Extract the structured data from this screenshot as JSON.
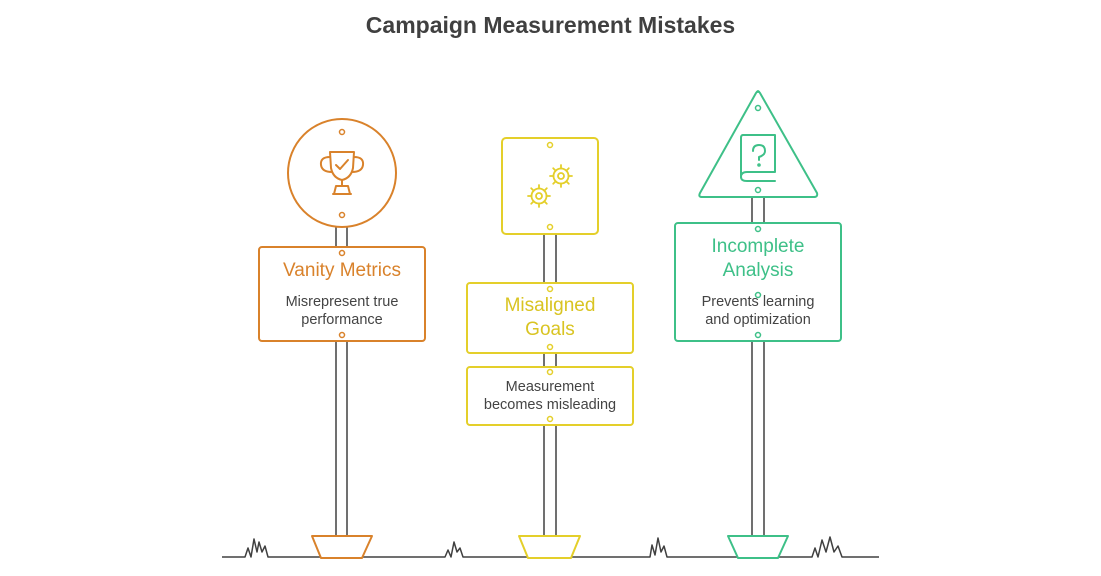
{
  "title": "Campaign Measurement Mistakes",
  "colors": {
    "orange": "#d9822b",
    "yellow": "#e4cf2a",
    "green": "#3ec088",
    "pole": "#404040",
    "ground": "#404040",
    "text": "#404040"
  },
  "signs": [
    {
      "id": "vanity-metrics",
      "title": "Vanity Metrics",
      "description_lines": [
        "Misrepresent true",
        "performance"
      ],
      "icon": "trophy-icon",
      "sign_shape": "circle",
      "color": "#d9822b"
    },
    {
      "id": "misaligned-goals",
      "title_lines": [
        "Misaligned",
        "Goals"
      ],
      "description_lines": [
        "Measurement",
        "becomes misleading"
      ],
      "icon": "gears-icon",
      "sign_shape": "square",
      "color": "#e4cf2a"
    },
    {
      "id": "incomplete-analysis",
      "title_lines": [
        "Incomplete",
        "Analysis"
      ],
      "description_lines": [
        "Prevents learning",
        "and optimization"
      ],
      "icon": "question-book-icon",
      "sign_shape": "triangle",
      "color": "#3ec088"
    }
  ]
}
